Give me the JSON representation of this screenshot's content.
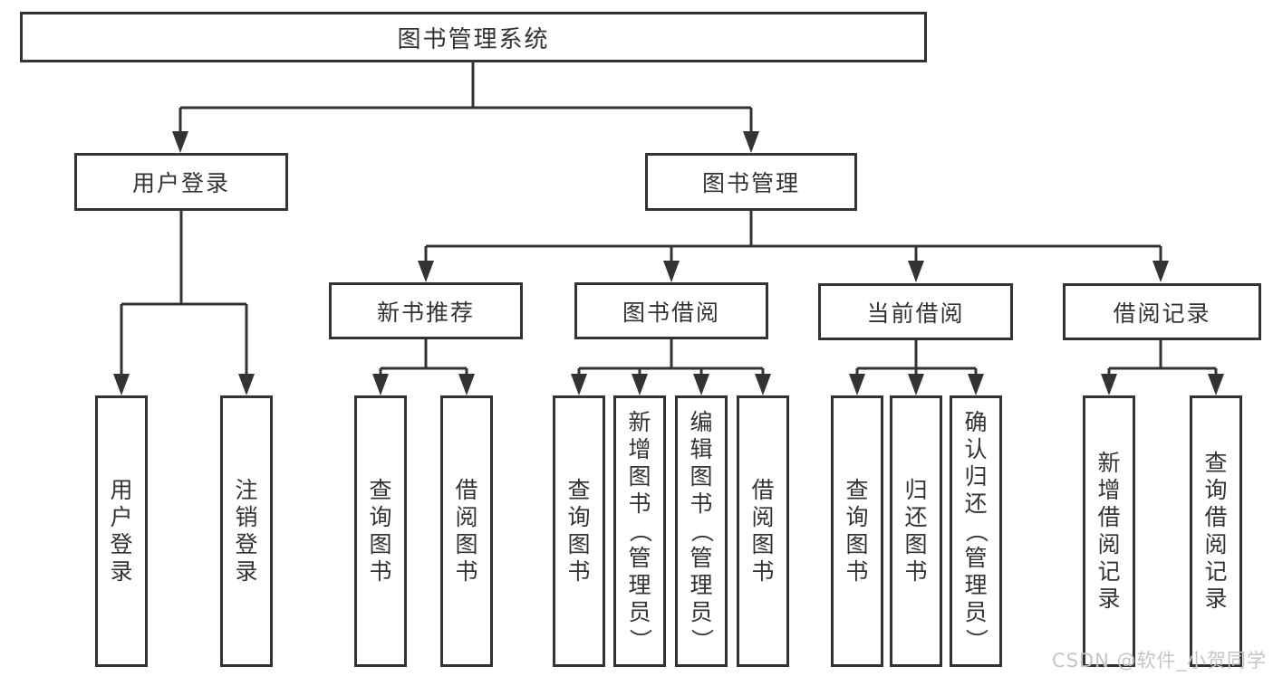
{
  "tree": {
    "root": {
      "label": "图书管理系统"
    },
    "branches": [
      {
        "label": "用户登录",
        "children": [
          {
            "label": "用户登录"
          },
          {
            "label": "注销登录"
          }
        ]
      },
      {
        "label": "图书管理",
        "sections": [
          {
            "label": "新书推荐",
            "children": [
              {
                "label": "查询图书"
              },
              {
                "label": "借阅图书"
              }
            ]
          },
          {
            "label": "图书借阅",
            "children": [
              {
                "label": "查询图书"
              },
              {
                "label": "新增图书（管理员）"
              },
              {
                "label": "编辑图书（管理员）"
              },
              {
                "label": "借阅图书"
              }
            ]
          },
          {
            "label": "当前借阅",
            "children": [
              {
                "label": "查询图书"
              },
              {
                "label": "归还图书"
              },
              {
                "label": "确认归还（管理员）"
              }
            ]
          },
          {
            "label": "借阅记录",
            "children": [
              {
                "label": "新增借阅记录"
              },
              {
                "label": "查询借阅记录"
              }
            ]
          }
        ]
      }
    ]
  },
  "colors": {
    "line": "#333333",
    "text": "#333333",
    "watermark": "#c5c5c5",
    "background": "#ffffff"
  },
  "watermark": {
    "text": "CSDN @软件_小贺同学"
  }
}
